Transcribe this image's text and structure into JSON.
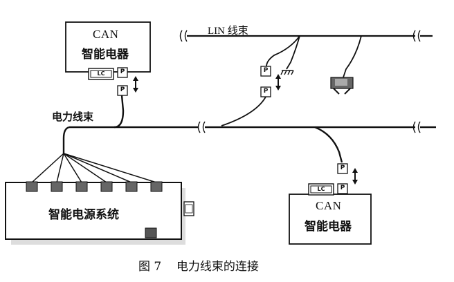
{
  "top_can_ecu": {
    "line1": "CAN",
    "line2": "智能电器",
    "lc_label": "LC",
    "p_label": "P",
    "p2_label": "P"
  },
  "bottom_can_ecu": {
    "line1": "CAN",
    "line2": "智能电器",
    "lc_label": "LC",
    "p_label": "P",
    "p2_label": "P"
  },
  "lin_bus_label": "LIN 线束",
  "power_harness_label": "电力线束",
  "power_system_label": "智能电源系统",
  "lin_connector_p1": "P",
  "lin_connector_p2": "P",
  "caption": "图 7    电力线束的连接"
}
